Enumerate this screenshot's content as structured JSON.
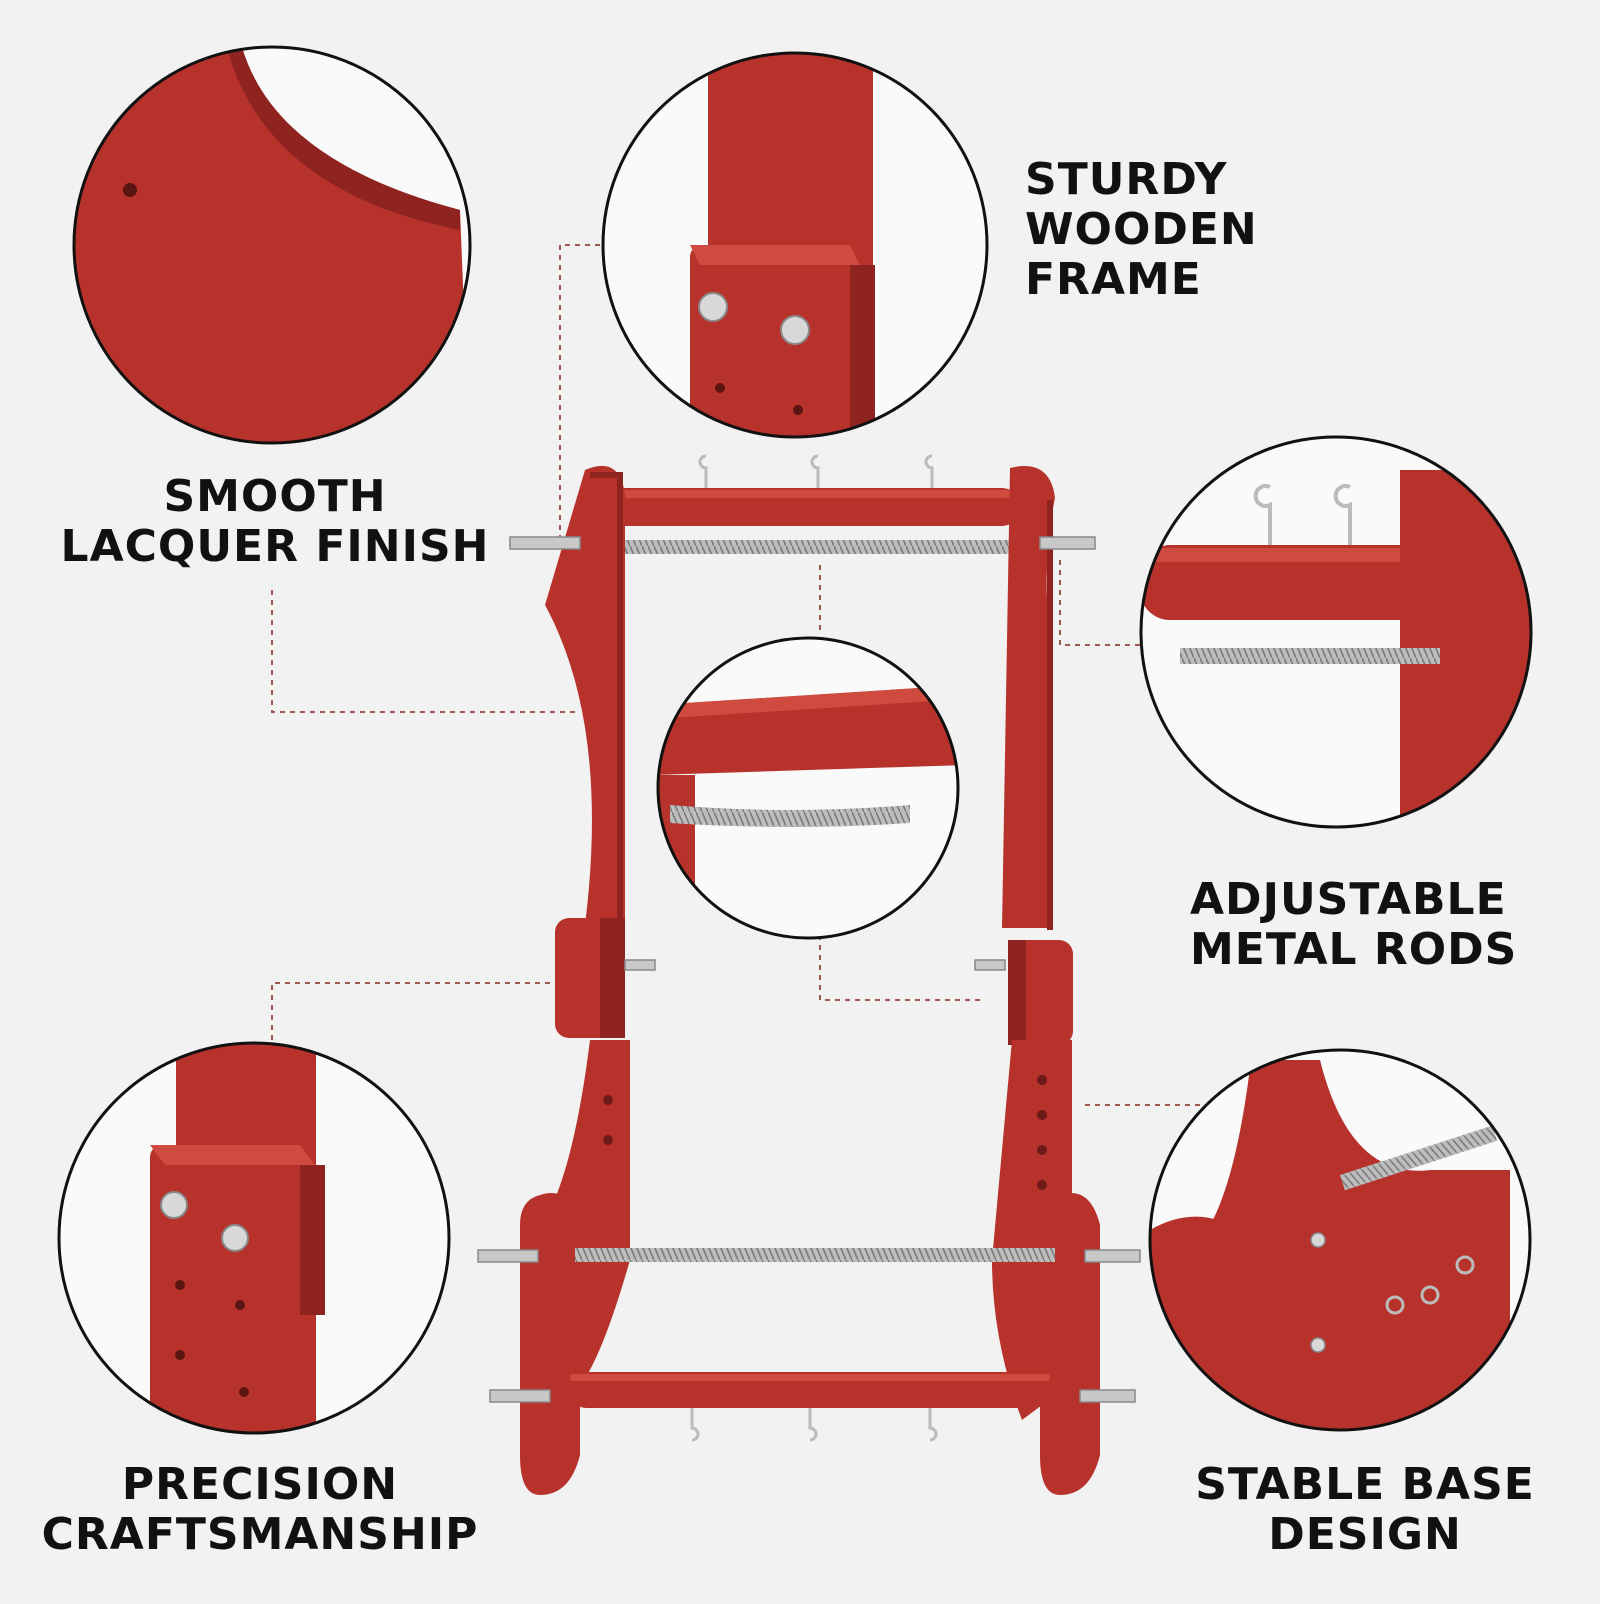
{
  "colors": {
    "background": "#f2f2f2",
    "wood_red": "#b8322c",
    "wood_dark": "#8f2320",
    "wood_highlight": "#cf4a3f",
    "metal": "#c8c8c8",
    "leader_line": "#a0584e",
    "text": "#111111"
  },
  "features": [
    {
      "id": "smooth-finish",
      "lines": [
        "SMOOTH",
        "LACQUER FINISH"
      ]
    },
    {
      "id": "sturdy-frame",
      "lines": [
        "STURDY",
        "WOODEN",
        "FRAME"
      ]
    },
    {
      "id": "adjustable-rods",
      "lines": [
        "ADJUSTABLE",
        "METAL RODS"
      ]
    },
    {
      "id": "precision",
      "lines": [
        "PRECISION",
        "CRAFTSMANSHIP"
      ]
    },
    {
      "id": "stable-base",
      "lines": [
        "STABLE BASE",
        "DESIGN"
      ]
    }
  ]
}
